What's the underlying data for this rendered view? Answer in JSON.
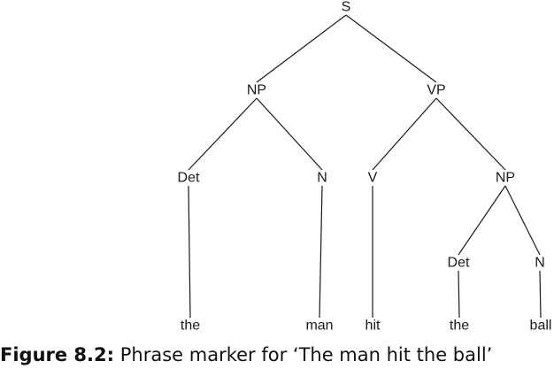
{
  "diagram": {
    "nodes": [
      {
        "id": "s",
        "label": "S"
      },
      {
        "id": "np1",
        "label": "NP"
      },
      {
        "id": "vp",
        "label": "VP"
      },
      {
        "id": "det1",
        "label": "Det"
      },
      {
        "id": "n1",
        "label": "N"
      },
      {
        "id": "v",
        "label": "V"
      },
      {
        "id": "np2",
        "label": "NP"
      },
      {
        "id": "det2",
        "label": "Det"
      },
      {
        "id": "n2",
        "label": "N"
      }
    ],
    "words": [
      {
        "id": "w-the1",
        "label": "the"
      },
      {
        "id": "w-man",
        "label": "man"
      },
      {
        "id": "w-hit",
        "label": "hit"
      },
      {
        "id": "w-the2",
        "label": "the"
      },
      {
        "id": "w-ball",
        "label": "ball"
      }
    ],
    "edges": [
      [
        "s",
        "np1"
      ],
      [
        "s",
        "vp"
      ],
      [
        "np1",
        "det1"
      ],
      [
        "np1",
        "n1"
      ],
      [
        "vp",
        "v"
      ],
      [
        "vp",
        "np2"
      ],
      [
        "np2",
        "det2"
      ],
      [
        "np2",
        "n2"
      ],
      [
        "det1",
        "w-the1"
      ],
      [
        "n1",
        "w-man"
      ],
      [
        "v",
        "w-hit"
      ],
      [
        "det2",
        "w-the2"
      ],
      [
        "n2",
        "w-ball"
      ]
    ]
  },
  "caption": {
    "prefix": "Figure 8.2:",
    "text": "Phrase marker for ‘The man hit the ball’"
  }
}
